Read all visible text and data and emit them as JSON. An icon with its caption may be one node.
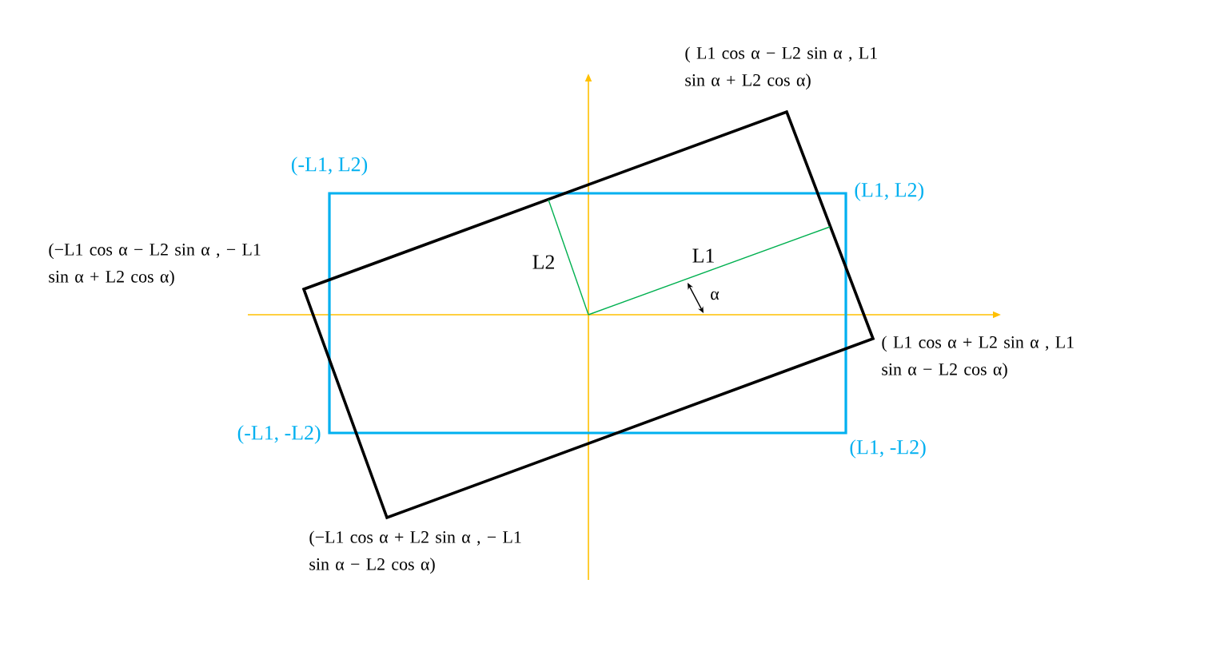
{
  "diagram": {
    "labels": [
      "( L1 cos α − L2 sin α , L1 sin α + L2 cos α)",
      "(-L1, L2)",
      "(L1, L2)",
      "(−L1 cos α − L2 sin α , − L1 sin α + L2 cos α)",
      "L2",
      "L1",
      "α",
      "( L1 cos α + L2 sin α , L1 sin α − L2 cos α)",
      "(-L1, -L2)",
      "(L1, -L2)",
      "(−L1 cos α + L2 sin α , − L1 sin α − L2 cos α)"
    ]
  }
}
